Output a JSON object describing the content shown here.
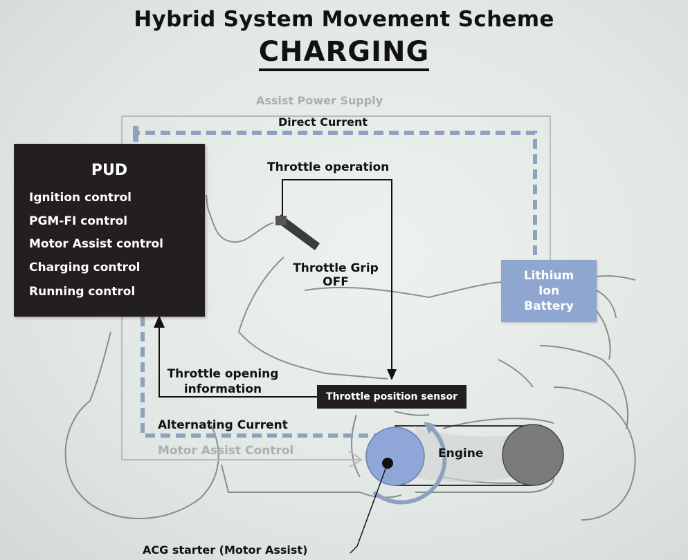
{
  "title": "Hybrid System Movement Scheme",
  "subtitle": "CHARGING",
  "pud": {
    "title": "PUD",
    "items": [
      "Ignition control",
      "PGM-FI control",
      "Motor Assist control",
      "Charging control",
      "Running control"
    ]
  },
  "labels": {
    "assist_power_supply": "Assist Power Supply",
    "direct_current": "Direct Current",
    "throttle_operation": "Throttle operation",
    "throttle_grip_line1": "Throttle Grip",
    "throttle_grip_line2": "OFF",
    "throttle_opening_line1": "Throttle opening",
    "throttle_opening_line2": "information",
    "alternating_current": "Alternating Current",
    "motor_assist_control": "Motor Assist Control",
    "engine": "Engine",
    "acg_starter": "ACG starter (Motor Assist)"
  },
  "battery": {
    "line1": "Lithium",
    "line2": "Ion",
    "line3": "Battery"
  },
  "sensor": {
    "label": "Throttle position sensor"
  },
  "colors": {
    "pud_bg": "#231f1e",
    "battery_bg": "#8fa6d0",
    "current_dash": "#8ea2bf",
    "motor_fill": "#8fa6d8",
    "engine_gear": "#7b7b7b",
    "outline": "#555555"
  }
}
